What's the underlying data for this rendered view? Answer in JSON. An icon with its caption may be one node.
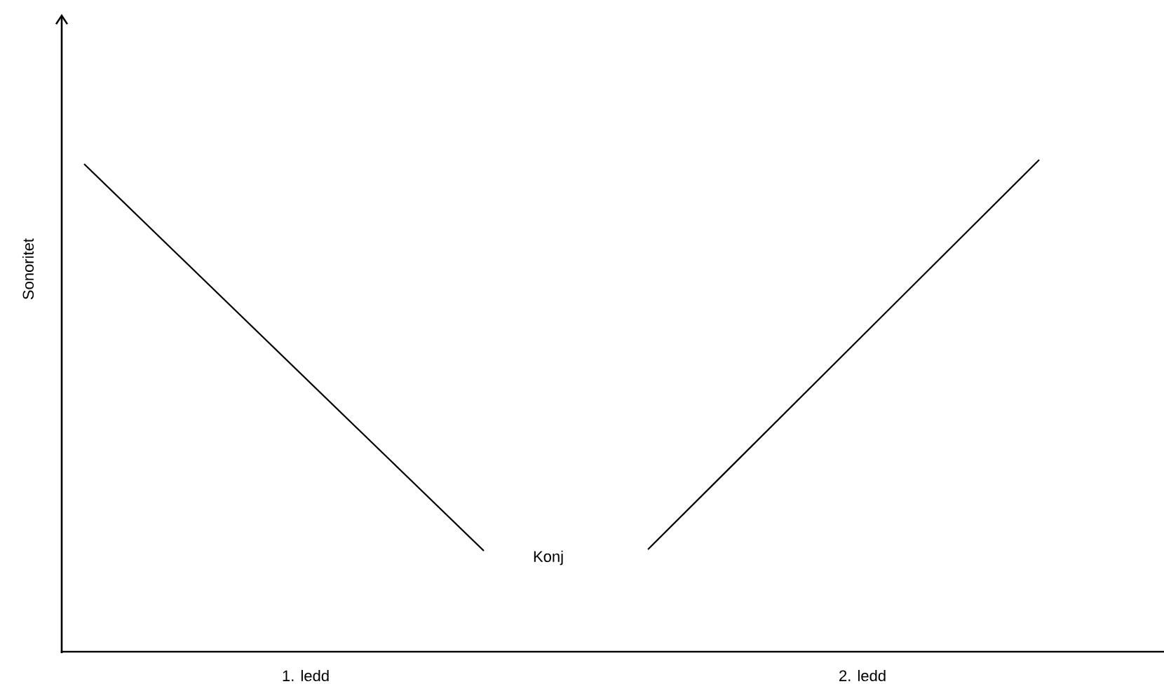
{
  "diagram": {
    "labels": [
      "Sonoritet",
      "Konj",
      "1. ledd",
      "2. ledd"
    ]
  }
}
